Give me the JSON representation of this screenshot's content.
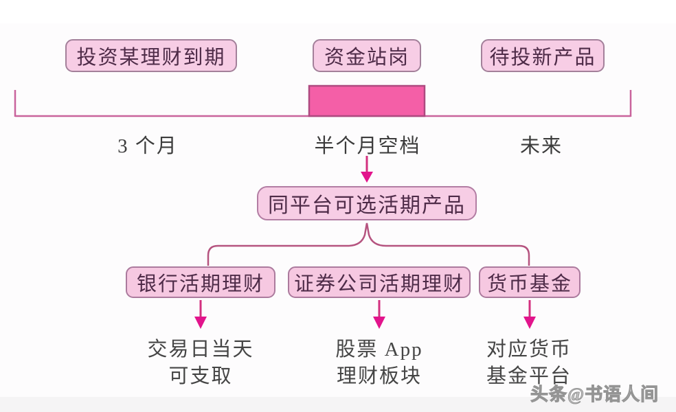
{
  "timeline": {
    "stages": [
      {
        "box": "投资某理财到期",
        "period": "3 个月",
        "highlighted": false
      },
      {
        "box": "资金站岗",
        "period": "半个月空档",
        "highlighted": true
      },
      {
        "box": "待投新产品",
        "period": "未来",
        "highlighted": false
      }
    ]
  },
  "flow": {
    "platform": "同平台可选活期产品",
    "options": [
      {
        "name": "银行活期理财",
        "note": [
          "交易日当天",
          "可支取"
        ]
      },
      {
        "name": "证券公司活期理财",
        "note": [
          "股票 App",
          "理财板块"
        ]
      },
      {
        "name": "货币基金",
        "note": [
          "对应货币",
          "基金平台"
        ]
      }
    ]
  },
  "watermark": "头条@书语人间",
  "colors": {
    "box_fill": "#f7cde5",
    "box_border": "#a3809a",
    "box_text": "#4e2b48",
    "highlight_fill": "#f45fa7",
    "highlight_border": "#ae4a80",
    "timeline_line": "#c9639c",
    "brace_line": "#b5537f",
    "arrow": "#e2148c",
    "label_text": "#3c3c3c",
    "watermark_gray": "#c3c3c3"
  }
}
